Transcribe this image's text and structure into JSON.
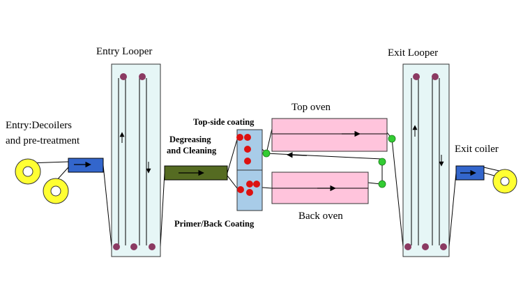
{
  "labels": {
    "entry_looper": "Entry Looper",
    "exit_looper": "Exit Looper",
    "entry_line1": "Entry:Decoilers",
    "entry_line2": "and pre-treatment",
    "top_side_coating": "Top-side coating",
    "degreasing_line1": "Degreasing",
    "degreasing_line2": "and Cleaning",
    "top_oven": "Top oven",
    "back_oven": "Back oven",
    "primer_back_coating": "Primer/Back Coating",
    "exit_coiler": "Exit coiler"
  },
  "colors": {
    "looper_fill": "#e6f6f6",
    "roller": "#8b3a62",
    "decoiler_fill": "#ffff33",
    "pretreat_box": "#3366cc",
    "cleaning_box": "#556b22",
    "coater_box": "#a8cce8",
    "coater_roller": "#dd1111",
    "oven_fill": "#ffc4dc",
    "guide_roller": "#33cc33",
    "strip": "#000000"
  }
}
